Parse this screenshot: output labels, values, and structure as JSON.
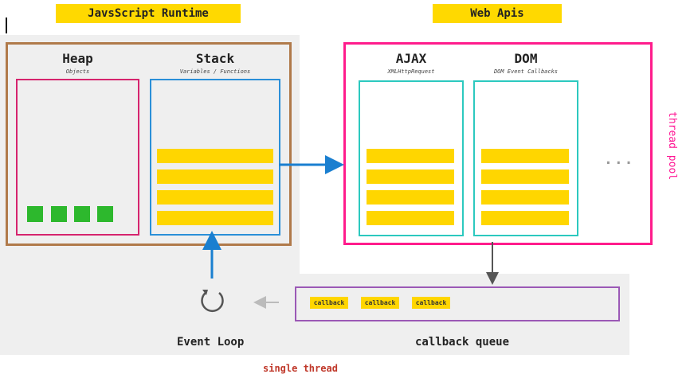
{
  "runtime": {
    "title": "JavsScript Runtime",
    "heap": {
      "label": "Heap",
      "sublabel": "Objects"
    },
    "stack": {
      "label": "Stack",
      "sublabel": "Variables / Functions"
    }
  },
  "web_apis": {
    "title": "Web Apis",
    "ajax": {
      "label": "AJAX",
      "sublabel": "XMLHttpRequest"
    },
    "dom": {
      "label": "DOM",
      "sublabel": "DOM Event Callbacks"
    },
    "more": "...",
    "thread_pool": "thread pool"
  },
  "queue": {
    "items": [
      "callback",
      "callback",
      "callback"
    ],
    "label": "callback queue"
  },
  "event_loop": {
    "label": "Event Loop"
  },
  "footer": {
    "single_thread": "single thread"
  },
  "colors": {
    "runtime_border": "#b07a4a",
    "heap_border": "#d6246e",
    "stack_border": "#2a8fd8",
    "web_border": "#ff1c8c",
    "api_border": "#2cc9bf",
    "queue_border": "#9b59b6",
    "arrow_blue": "#1a7fd0",
    "yellow": "#ffd600",
    "green": "#2db82d"
  }
}
